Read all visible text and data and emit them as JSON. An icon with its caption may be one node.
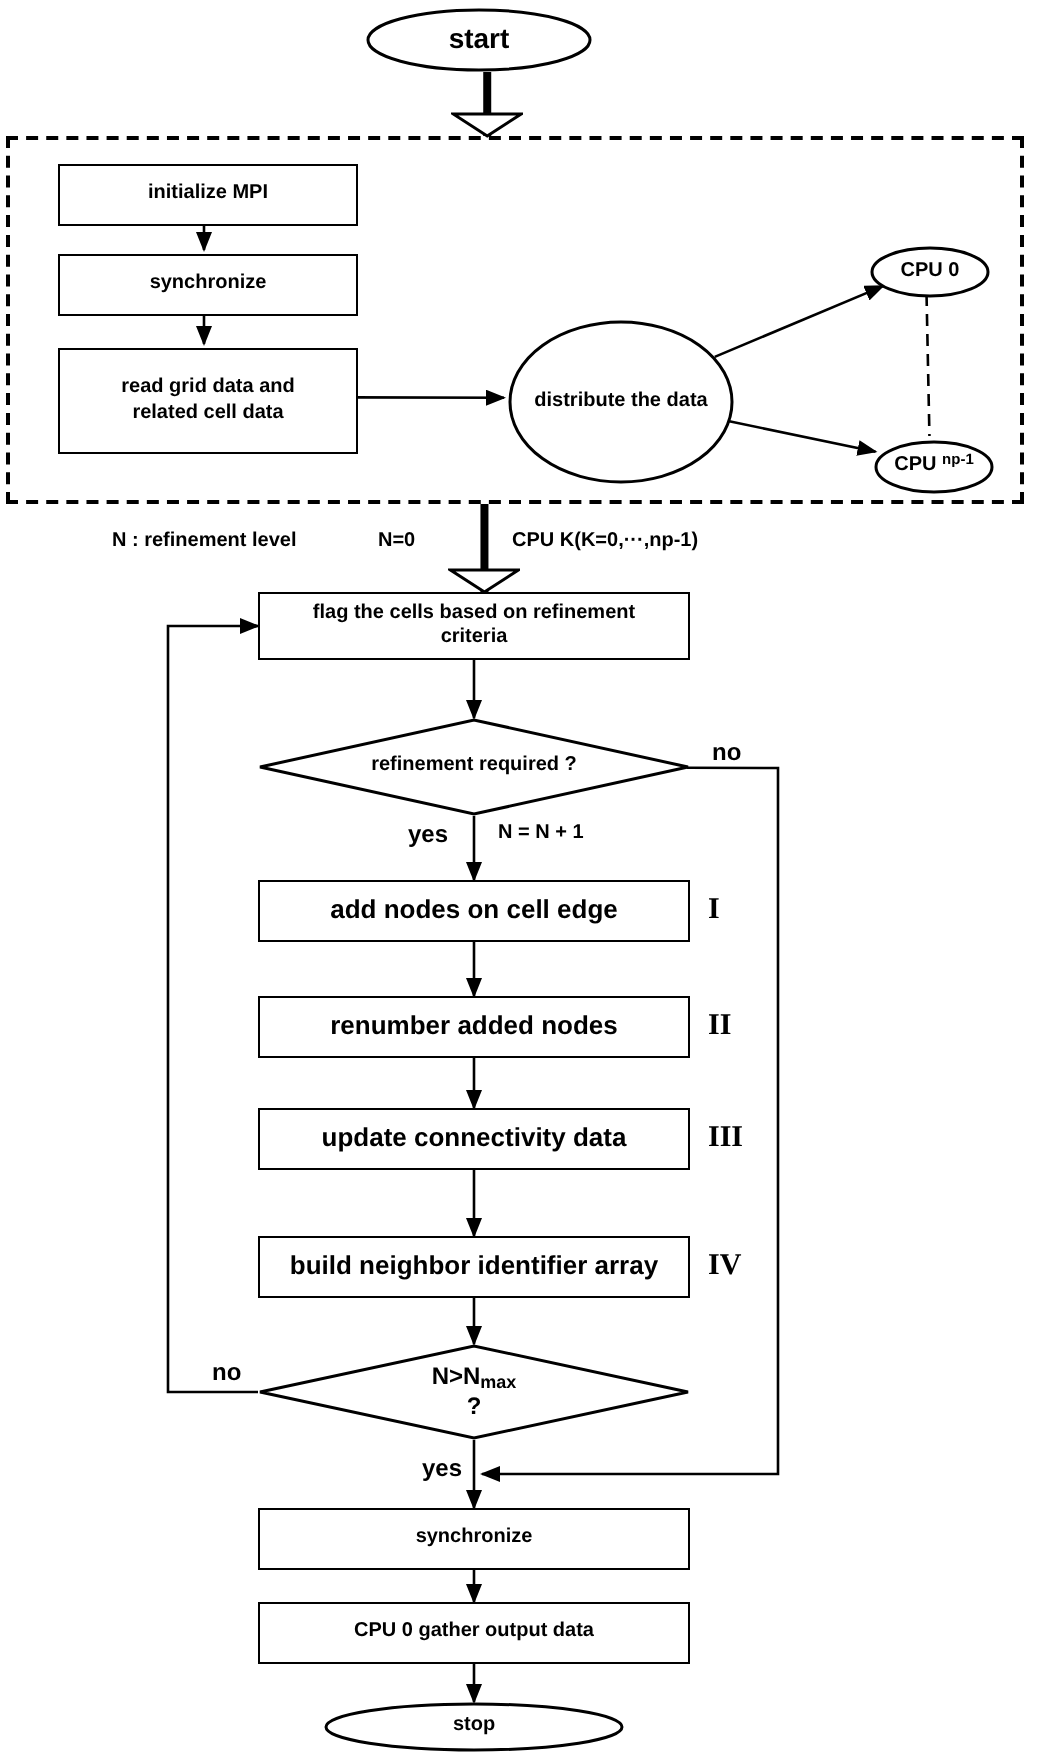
{
  "diagram": {
    "nodes": [
      {
        "text": [
          "start"
        ]
      },
      {
        "text": [],
        "shape": "box"
      },
      {
        "text": [
          "initialize MPI"
        ],
        "in": 1
      },
      {
        "text": [
          "synchronize"
        ],
        "in": 1
      },
      {
        "text": [
          "read grid data and related cell data"
        ],
        "in": 1
      },
      {
        "text": [
          "distribute the data"
        ],
        "in": 1
      },
      {
        "text": [
          "CPU 0"
        ],
        "in": 1
      },
      {
        "text": [
          "CPU $^{np-1}$"
        ],
        "in": 1
      },
      {
        "text": [
          "flag the cells based on refinement criteria"
        ]
      },
      {
        "text": [
          "refinement required ?"
        ]
      },
      {
        "text": [
          "add nodes on cell edge"
        ],
        "beside": [
          "I"
        ]
      },
      {
        "text": [
          "renumber added nodes"
        ],
        "beside": [
          "II"
        ]
      },
      {
        "text": [
          "update connectivity data"
        ],
        "beside": [
          "III"
        ]
      },
      {
        "text": [
          "build neighbor identifier array"
        ],
        "beside": [
          "IV"
        ]
      },
      {
        "text": [
          "N>N$_{max}$ ?"
        ]
      },
      {
        "text": [
          "synchronize"
        ]
      },
      {
        "text": [
          "CPU 0  gather output data"
        ]
      },
      {
        "text": [
          "stop"
        ]
      }
    ],
    "edges": [
      {
        "from": 0,
        "to": 1,
        "arrow": "to",
        "style": "thick"
      },
      {
        "from": 2,
        "to": 3,
        "arrow": "to"
      },
      {
        "from": 3,
        "to": 4,
        "arrow": "to"
      },
      {
        "from": 4,
        "to": 5,
        "arrow": "to"
      },
      {
        "from": 5,
        "to": 6,
        "arrow": "to"
      },
      {
        "from": 5,
        "to": 7,
        "arrow": "to"
      },
      {
        "from": 6,
        "to": 7,
        "arrow": "none",
        "style": "dashed"
      },
      {
        "from": 1,
        "to": 8,
        "arrow": "to",
        "style": "thick"
      },
      {
        "from": 8,
        "to": 9,
        "arrow": "to"
      },
      {
        "from": 9,
        "to": 10,
        "arrow": "to",
        "label": "yes"
      },
      {
        "from": 10,
        "to": 11,
        "arrow": "to"
      },
      {
        "from": 11,
        "to": 12,
        "arrow": "to"
      },
      {
        "from": 12,
        "to": 13,
        "arrow": "to"
      },
      {
        "from": 13,
        "to": 14,
        "arrow": "to"
      },
      {
        "from": 9,
        "to": 15,
        "arrow": "to",
        "label": "no"
      },
      {
        "from": 14,
        "to": 8,
        "arrow": "to",
        "label": "no"
      },
      {
        "from": 14,
        "to": 15,
        "arrow": "to",
        "label": "yes"
      },
      {
        "from": 15,
        "to": 16,
        "arrow": "to"
      },
      {
        "from": 16,
        "to": 17,
        "arrow": "to"
      }
    ],
    "labels": [
      "N : refinement level",
      "N=0",
      "CPU K(K=0,···,np-1)",
      "N = N + 1"
    ]
  }
}
